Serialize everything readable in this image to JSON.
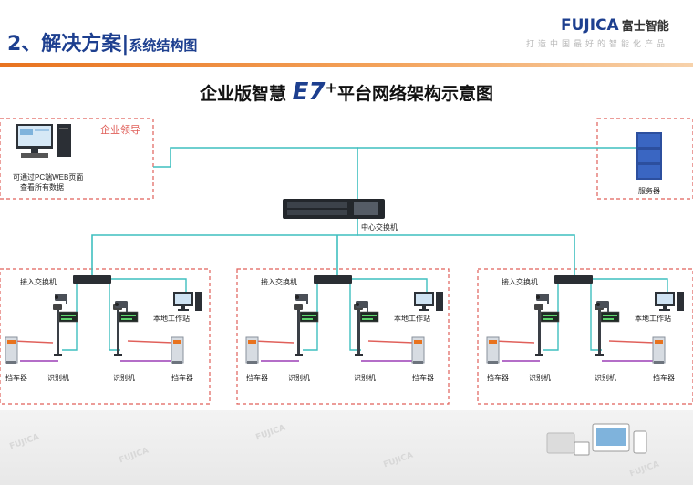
{
  "header": {
    "title": "2、解决方案",
    "subtitle": "系统结构图",
    "logo_en": "FUJICA",
    "logo_cn": "富士智能",
    "slogan": "打造中国最好的智能化产品"
  },
  "diagram": {
    "title_left": "企业版智慧",
    "title_e7": "E7",
    "title_plus": "+",
    "title_right": "平台网络架构示意图",
    "leader_box": {
      "label": "企业领导",
      "caption_line1": "可通过PC端WEB页面",
      "caption_line2": "查看所有数据"
    },
    "server_label": "服务器",
    "center_switch_label": "中心交换机",
    "sites": [
      {
        "access_switch": "接入交换机",
        "workstation": "本地工作站",
        "barrier_left": "挡车器",
        "recognizer_left": "识别机",
        "recognizer_right": "识别机",
        "barrier_right": "挡车器"
      },
      {
        "access_switch": "接入交换机",
        "workstation": "本地工作站",
        "barrier_left": "挡车器",
        "recognizer_left": "识别机",
        "recognizer_right": "识别机",
        "barrier_right": "挡车器"
      },
      {
        "access_switch": "接入交换机",
        "workstation": "本地工作站",
        "barrier_left": "挡车器",
        "recognizer_left": "识别机",
        "recognizer_right": "识别机",
        "barrier_right": "挡车器"
      }
    ]
  },
  "colors": {
    "brand_blue": "#1d3f8f",
    "accent_orange": "#e8731f",
    "link_teal": "#3fbfbf",
    "signal_purple": "#9b3fb5",
    "dashed_red": "#e0605a"
  }
}
